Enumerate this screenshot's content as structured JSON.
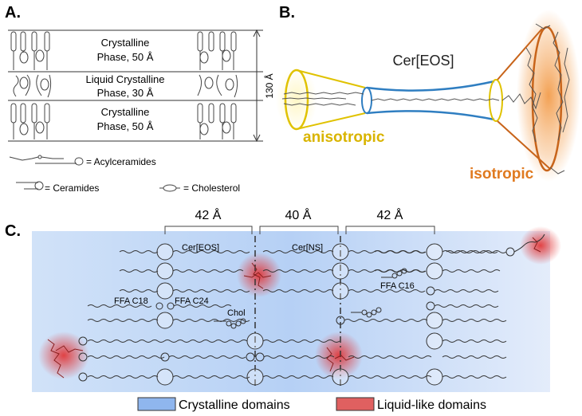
{
  "panel_a": {
    "label": "A.",
    "phase_top_line1": "Crystalline",
    "phase_top_line2": "Phase, 50 Å",
    "phase_mid_line1": "Liquid Crystalline",
    "phase_mid_line2": "Phase, 30 Å",
    "phase_bot_line1": "Crystalline",
    "phase_bot_line2": "Phase, 50 Å",
    "total_thickness": "130 Å",
    "legend_acylceramides": "= Acylceramides",
    "legend_ceramides": "= Ceramides",
    "legend_cholesterol": "= Cholesterol"
  },
  "panel_b": {
    "label": "B.",
    "molecule": "Cer[EOS]",
    "anisotropic": "anisotropic",
    "isotropic": "isotropic",
    "colors": {
      "anisotropic": "#d9b400",
      "isotropic": "#e07a20",
      "core": "#2f7ec1"
    }
  },
  "panel_c": {
    "label": "C.",
    "spacings": [
      "42 Å",
      "40 Å",
      "42 Å"
    ],
    "cer_eos": "Cer[EOS]",
    "cer_ns": "Cer[NS]",
    "ffa_c18": "FFA C18",
    "ffa_c24": "FFA C24",
    "ffa_c16": "FFA C16",
    "chol": "Chol",
    "legend_crystalline": "Crystalline domains",
    "legend_liquid": "Liquid-like domains",
    "colors": {
      "crystalline": "#8fb6ee",
      "liquid": "#e06060"
    }
  }
}
